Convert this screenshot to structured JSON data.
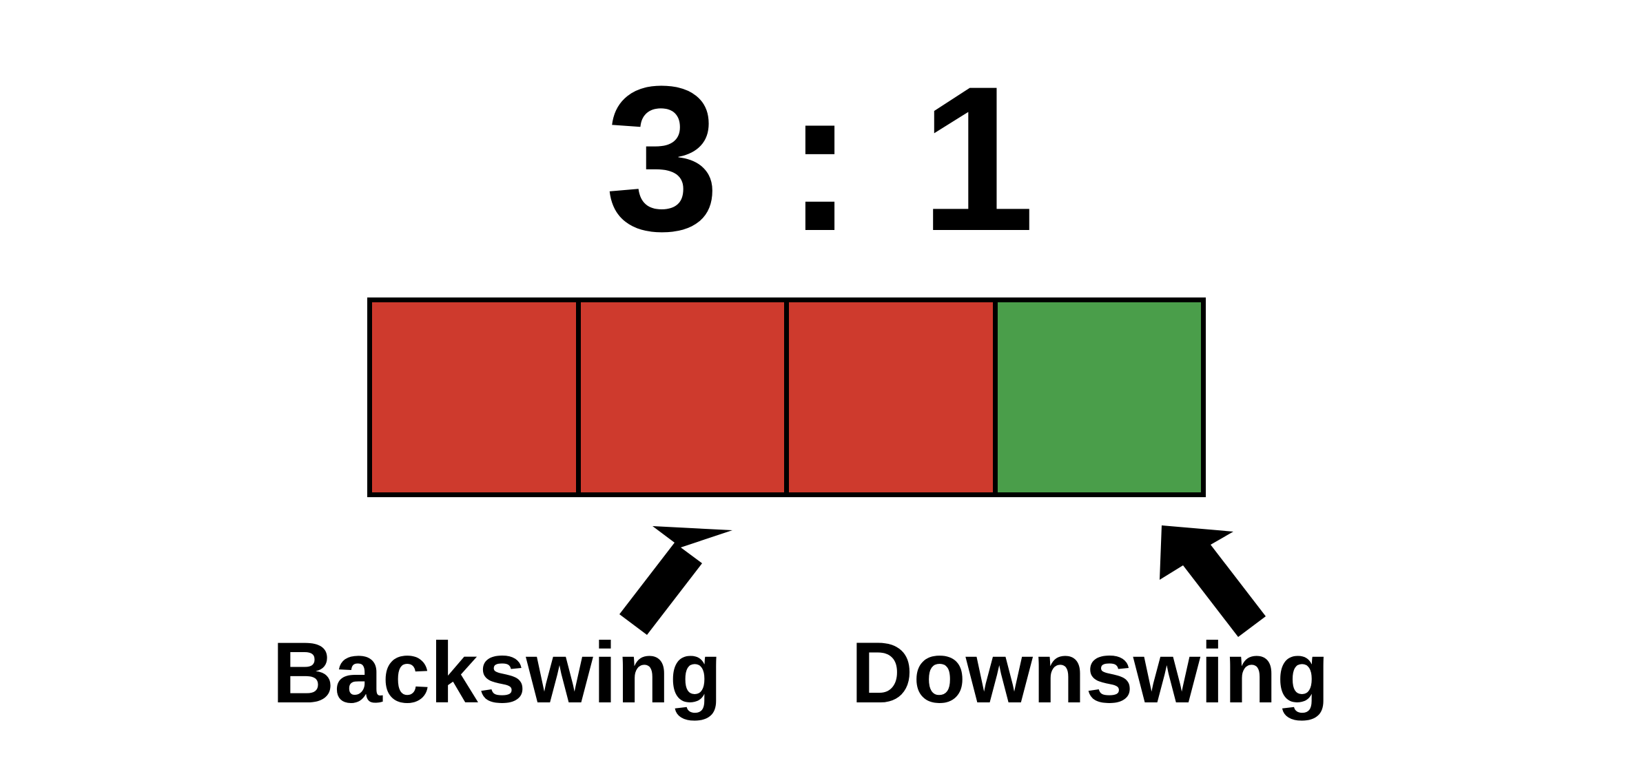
{
  "figure": {
    "background_color": "#ffffff",
    "ratio_label": "3 : 1",
    "outline_color": "#000000"
  },
  "chart_data": {
    "type": "bar",
    "title": "3 : 1",
    "xlabel": "",
    "ylabel": "",
    "orientation": "horizontal-stacked",
    "categories": [
      "Backswing",
      "Downswing"
    ],
    "values": [
      3,
      1
    ],
    "total_segments": 4,
    "segments": [
      {
        "index": 1,
        "phase": "Backswing",
        "color": "#ce3a2d"
      },
      {
        "index": 2,
        "phase": "Backswing",
        "color": "#ce3a2d"
      },
      {
        "index": 3,
        "phase": "Backswing",
        "color": "#ce3a2d"
      },
      {
        "index": 4,
        "phase": "Downswing",
        "color": "#4a9e4a"
      }
    ],
    "colors": {
      "backswing": "#ce3a2d",
      "downswing": "#4a9e4a"
    },
    "legend": "none",
    "grid": false,
    "annotations": [
      {
        "text": "Backswing",
        "points_to": "red-segments",
        "arrow": "up-right"
      },
      {
        "text": "Downswing",
        "points_to": "green-segment",
        "arrow": "up-left"
      }
    ]
  },
  "labels": {
    "backswing": "Backswing",
    "downswing": "Downswing"
  },
  "icons": {
    "backswing_arrow": "arrow-up-right-icon",
    "downswing_arrow": "arrow-up-left-icon"
  }
}
